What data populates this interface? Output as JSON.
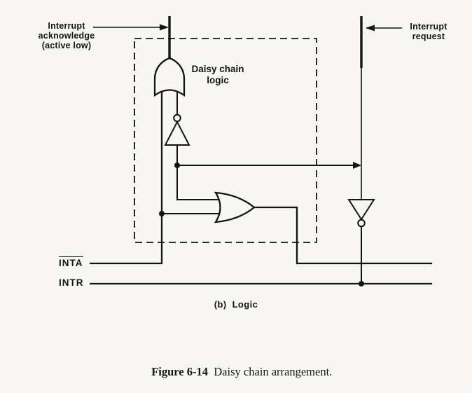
{
  "colors": {
    "paper": "#f8f7f4",
    "ink": "#141414"
  },
  "figure": {
    "annotations": {
      "interrupt_acknowledge": {
        "line1": "Interrupt",
        "line2": "acknowledge",
        "line3": "(active low)"
      },
      "interrupt_request": {
        "line1": "Interrupt",
        "line2": "request"
      },
      "daisy_chain": {
        "line1": "Daisy chain",
        "line2": "logic"
      }
    },
    "signals": {
      "inta": "INTA",
      "intr": "INTR"
    },
    "sublabel": "(b)  Logic",
    "caption": {
      "label": "Figure 6-14",
      "text": "  Daisy chain arrangement."
    }
  }
}
